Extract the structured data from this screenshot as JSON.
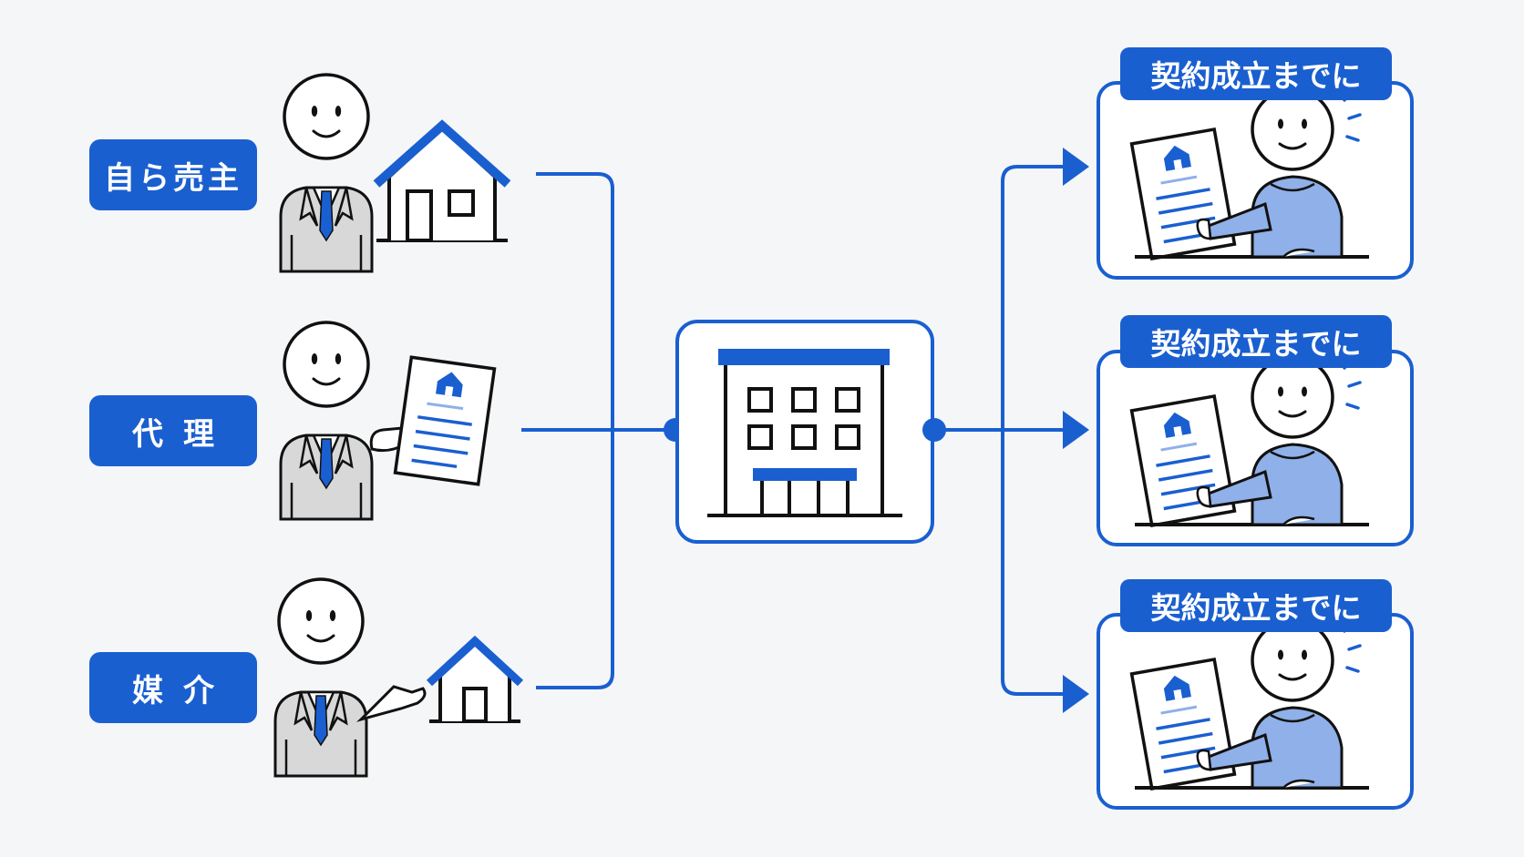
{
  "roles": [
    {
      "label": "自ら売主",
      "icon": "house-icon"
    },
    {
      "label": "代理",
      "icon": "document-icon"
    },
    {
      "label": "媒介",
      "icon": "house-icon"
    }
  ],
  "center": {
    "icon": "office-building-icon"
  },
  "outcomes": [
    {
      "tag": "契約成立までに",
      "icon": "document-handover-icon"
    },
    {
      "tag": "契約成立までに",
      "icon": "document-handover-icon"
    },
    {
      "tag": "契約成立までに",
      "icon": "document-handover-icon"
    }
  ],
  "colors": {
    "accent": "#1a5fd0",
    "buyer_fill": "#8fb0e8",
    "suit_fill": "#d8d8d8",
    "background": "#f5f6f8"
  }
}
